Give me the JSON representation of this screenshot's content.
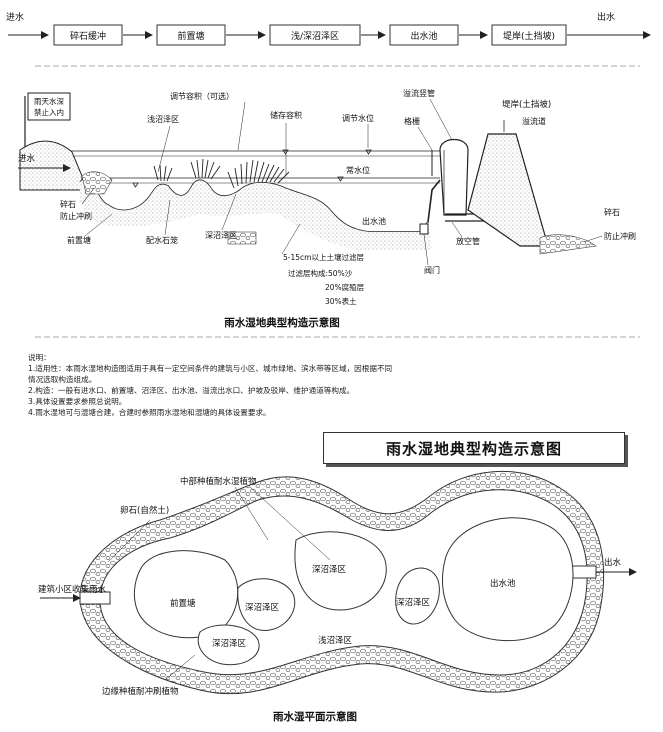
{
  "flow": {
    "start_label": "进水",
    "steps": [
      "碎石缓冲",
      "前置塘",
      "浅/深沼泽区",
      "出水池",
      "堤岸(土挡坡)"
    ],
    "end_label": "出水"
  },
  "section": {
    "title": "雨水湿地典型构造示意图",
    "warning_sign": [
      "雨天水深",
      "禁止入内"
    ],
    "labels": {
      "inlet": "进水",
      "adjust_volume": "调节容积（可选）",
      "shallow_marsh": "浅沼泽区",
      "storage_volume": "储存容积",
      "adjust_level": "调节水位",
      "normal_level": "常水位",
      "overflow_pipe": "溢流竖管",
      "grille": "格栅",
      "bank": "堤岸(土挡坡)",
      "spillway": "溢流道",
      "gravel_in": "碎石",
      "anti_scour_in": "防止冲刷",
      "forebay": "前置塘",
      "stone_cage": "配水石笼",
      "deep_marsh": "深沼泽区",
      "outlet_pool": "出水池",
      "drain_pipe": "放空管",
      "valve": "阀门",
      "gravel_out": "碎石",
      "anti_scour_out": "防止冲刷"
    },
    "filter_notes": [
      "5-15cm以上土壤过滤层",
      "过滤层构成:50%沙",
      "20%腐殖层",
      "30%表土"
    ]
  },
  "notes": {
    "heading": "说明：",
    "lines": [
      "1.适用性：本雨水湿地构造图适用于具有一定空间条件的建筑与小区、城市绿地、滨水带等区域，因根据不同",
      "情况选取构造组成。",
      "2.构造：一般有进水口、前置塘、沼泽区、出水池、溢流出水口、护坡及驳岸、维护通道等构成。",
      "3.具体设置要求参照总说明。",
      "4.雨水湿地可与湿塘合建，合建时参照雨水湿地和湿塘的具体设置要求。"
    ]
  },
  "title_box": "雨水湿地典型构造示意图",
  "plan": {
    "title": "雨水湿平面示意图",
    "labels": {
      "mid_plants": "中部种植耐水湿植物",
      "pebble": "卵石(自然土)",
      "deep_marsh_top": "深沼泽区",
      "inlet": "建筑小区收集雨水",
      "forebay": "前置塘",
      "deep_marsh_mid": "深沼泽区",
      "deep_marsh_right": "深沼泽区",
      "outlet_pool": "出水池",
      "outlet": "出水",
      "deep_marsh_low": "深沼泽区",
      "shallow_marsh": "浅沼泽区",
      "edge_plants": "边缘种植耐冲刷植物"
    }
  }
}
